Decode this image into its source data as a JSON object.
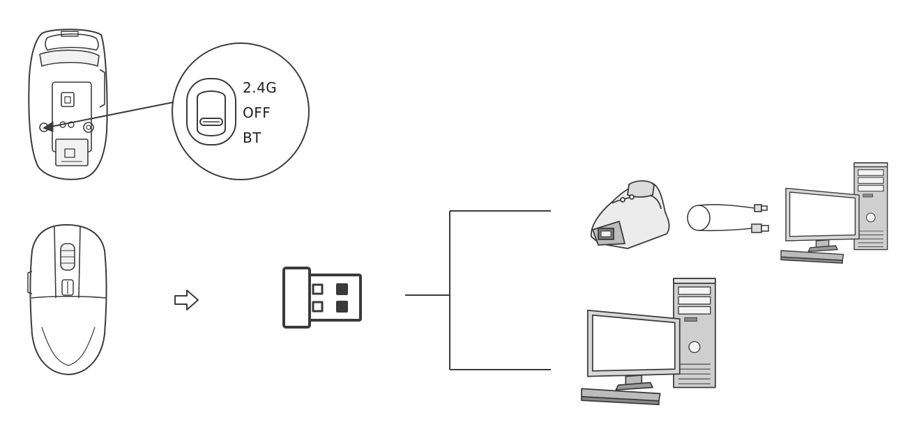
{
  "switch_labels": {
    "top": "2.4G",
    "middle": "OFF",
    "bottom": "BT"
  },
  "icons": {
    "mouse_bottom": "mouse-bottom-view-icon",
    "zoom_callout": "mode-switch-callout",
    "mouse_top": "mouse-top-view-icon",
    "arrow": "outline-arrow-right-icon",
    "receiver": "usb-receiver-icon",
    "dock": "charging-dock-icon",
    "cable": "usb-cable-icon",
    "pc": "desktop-computer-icon"
  },
  "colors": {
    "line": "#3a3a3a",
    "fill_light": "#f2f2f2",
    "case_gray": "#cfcfcf",
    "screen": "#ffffff"
  }
}
